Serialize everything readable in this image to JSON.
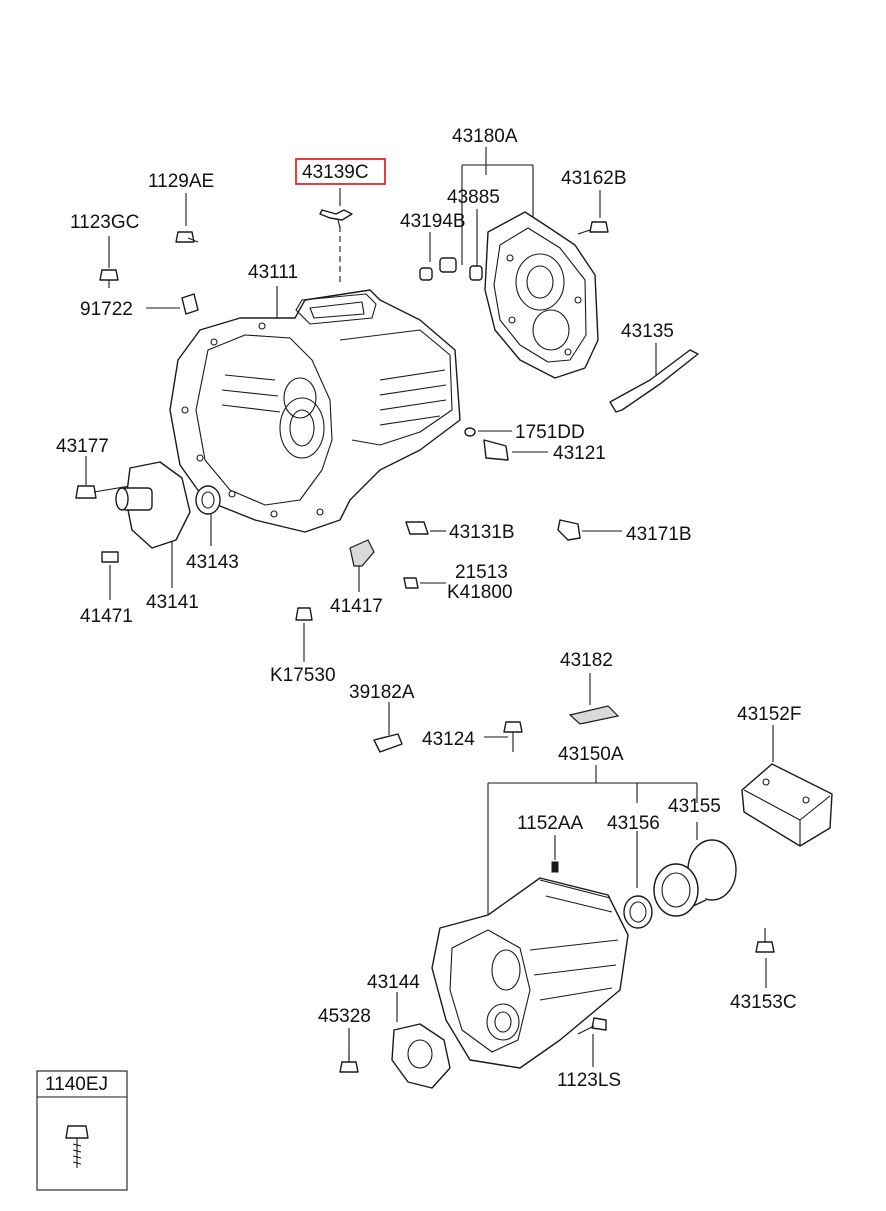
{
  "highlight_color": "#e8262d",
  "highlighted_part": "43139C",
  "labels": {
    "p43180A": "43180A",
    "p43139C": "43139C",
    "p43885": "43885",
    "p43162B": "43162B",
    "p1129AE": "1129AE",
    "p43194B": "43194B",
    "p1123GC": "1123GC",
    "p43111": "43111",
    "p91722": "91722",
    "p43135": "43135",
    "p1751DD": "1751DD",
    "p43177": "43177",
    "p43121": "43121",
    "p43131B": "43131B",
    "p43171B": "43171B",
    "p43143": "43143",
    "p21513": "21513",
    "pK41800": "K41800",
    "p41417": "41417",
    "p43141": "43141",
    "p41471": "41471",
    "pK17530": "K17530",
    "p43182": "43182",
    "p39182A": "39182A",
    "p43124": "43124",
    "p43152F": "43152F",
    "p43150A": "43150A",
    "p1152AA": "1152AA",
    "p43156": "43156",
    "p43155": "43155",
    "p43153C": "43153C",
    "p43144": "43144",
    "p45328": "45328",
    "p1123LS": "1123LS",
    "p1140EJ": "1140EJ"
  }
}
